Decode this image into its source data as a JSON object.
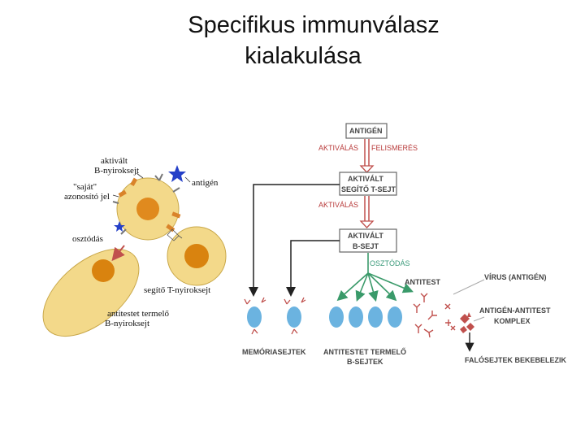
{
  "title": {
    "line1": "Specifikus immunválasz",
    "line2": "kialakulása"
  },
  "left": {
    "activated_b_1": "aktivált",
    "activated_b_2": "B-nyiroksejt",
    "antigen": "antigén",
    "self_1": "\"saját\"",
    "self_2": "azonosító jel",
    "division": "osztódás",
    "helper_t": "segítő T-nyiroksejt",
    "ab_producer_1": "antitestet termelő",
    "ab_producer_2": "B-nyiroksejt"
  },
  "right": {
    "antigen_box": "ANTIGÉN",
    "activation1": "AKTIVÁLÁS",
    "recognition": "FELISMERÉS",
    "activated_t_1": "AKTIVÁLT",
    "activated_t_2": "SEGÍTŐ T-SEJT",
    "activation2": "AKTIVÁLÁS",
    "activated_b_1": "AKTIVÁLT",
    "activated_b_2": "B-SEJT",
    "division": "OSZTÓDÁS",
    "antibody": "ANTITEST",
    "virus": "VÍRUS (ANTIGÉN)",
    "complex_1": "ANTIGÉN-ANTITEST",
    "complex_2": "KOMPLEX",
    "memory_cells": "MEMÓRIASEJTEK",
    "producer_1": "ANTITESTET TERMELŐ",
    "producer_2": "B-SEJTEK",
    "phagocytes": "FALÓSEJTEK BEKEBELEZIK"
  },
  "colors": {
    "cell_fill": "#f3d98a",
    "nucleus": "#e08a1e",
    "red_arrow": "#c0504d",
    "green_arrow": "#3a9a6a",
    "blue_cell": "#6bb3e0",
    "star": "#2540c8"
  }
}
